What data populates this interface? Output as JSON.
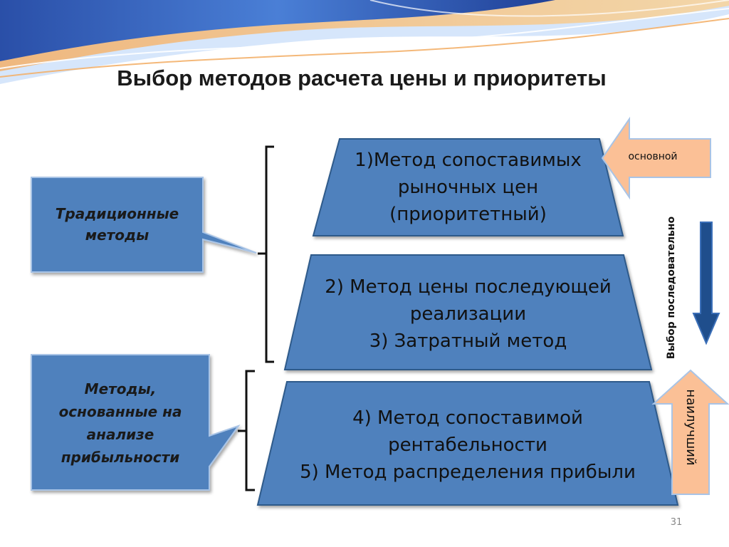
{
  "slide": {
    "title": "Выбор методов расчета цены и приоритеты",
    "page_number": "31"
  },
  "tiers": [
    {
      "lines": [
        "1)Метод сопоставимых",
        "рыночных цен",
        "(приоритетный)"
      ]
    },
    {
      "lines": [
        "2) Метод цены последующей",
        "реализации",
        "3) Затратный метод"
      ]
    },
    {
      "lines": [
        "4) Метод сопоставимой",
        "рентабельности",
        "5) Метод распределения прибыли"
      ]
    }
  ],
  "callouts": {
    "traditional": {
      "lines": [
        "Традиционные",
        "методы"
      ]
    },
    "profit": {
      "lines": [
        "Методы,",
        "основанные на",
        "анализе",
        "прибыльности"
      ]
    }
  },
  "arrows": {
    "main_label": "основной",
    "sequence_label": "Выбор последовательно",
    "best_label": "наилучший"
  },
  "colors": {
    "tier_fill": "#4f81bd",
    "tier_stroke": "#2f5a8a",
    "arrow_orange": "#fbc096",
    "arrow_blue": "#1f4e8c"
  }
}
